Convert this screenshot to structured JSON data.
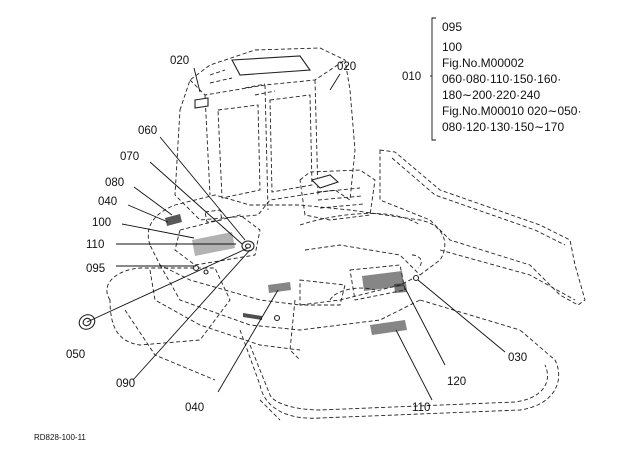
{
  "callouts": {
    "c020_left": "020",
    "c020_right": "020",
    "c060": "060",
    "c070": "070",
    "c080": "080",
    "c040_upper": "040",
    "c100": "100",
    "c110_left": "110",
    "c095": "095",
    "c050": "050",
    "c090": "090",
    "c040_lower": "040",
    "c110_lower": "110",
    "c120": "120",
    "c030": "030",
    "c010": "010"
  },
  "notes": {
    "line1": "095",
    "line2": "100",
    "line3": "Fig.No.M00002",
    "line4": "060·080·110·150·160·",
    "line5": "180∼200·220·240",
    "line6": "Fig.No.M00010  020∼050·",
    "line7": "080·120·130·150∼170"
  },
  "drawing_code": "RD828-100-11"
}
